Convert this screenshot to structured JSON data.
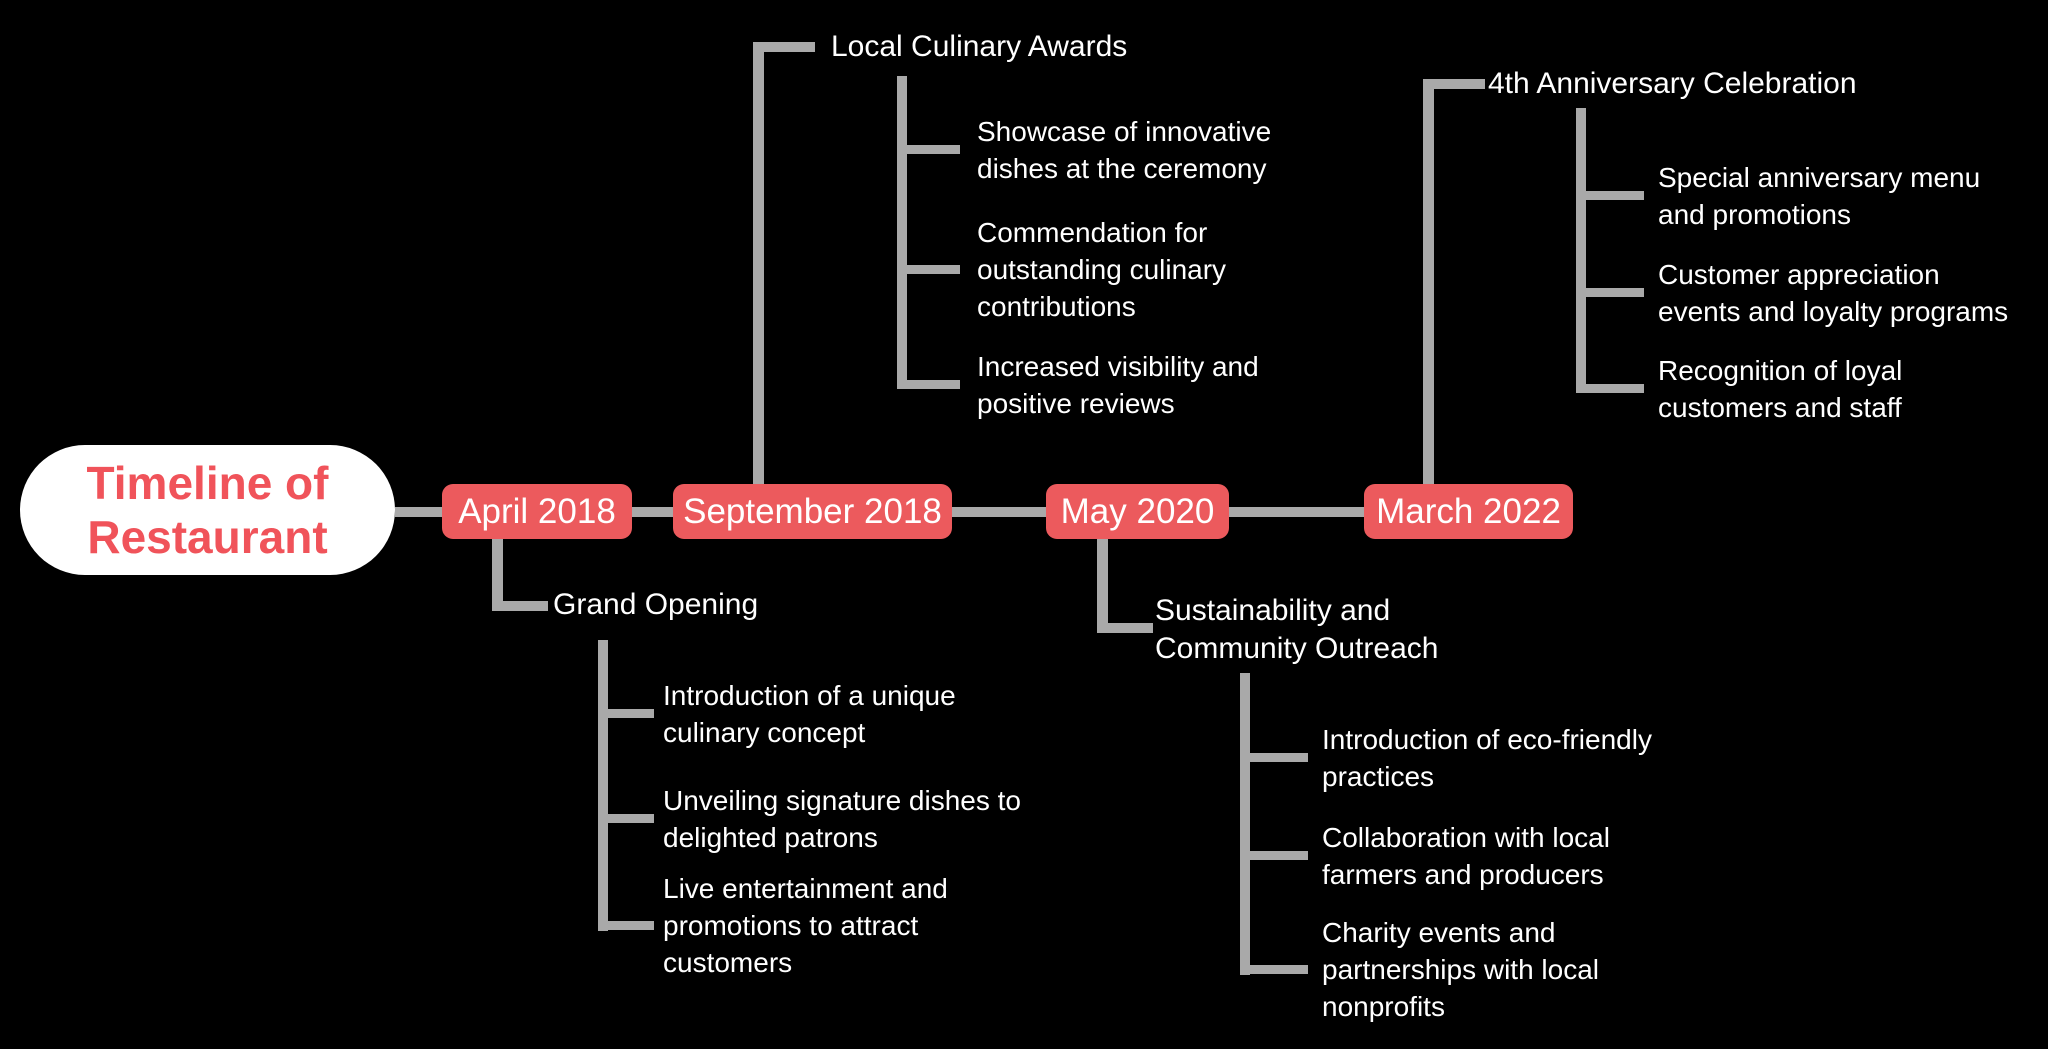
{
  "title": {
    "text": "Timeline of\nRestaurant"
  },
  "colors": {
    "background": "#000000",
    "milestone_red": "#EC5A5D",
    "title_red": "#F0535A",
    "line_gray": "#A9A9A9",
    "text_white": "#FFFFFF",
    "title_pill_bg": "#FFFFFF"
  },
  "milestones": [
    {
      "date": "April 2018",
      "direction": "down",
      "event": "Grand Opening",
      "details": [
        "Introduction of a unique\nculinary concept",
        "Unveiling signature dishes to\ndelighted patrons",
        "Live entertainment and\npromotions to attract\ncustomers"
      ]
    },
    {
      "date": "September 2018",
      "direction": "up",
      "event": "Local Culinary Awards",
      "details": [
        "Showcase of innovative\ndishes at the ceremony",
        "Commendation for\noutstanding culinary\ncontributions",
        "Increased visibility and\npositive reviews"
      ]
    },
    {
      "date": "May 2020",
      "direction": "down",
      "event": "Sustainability and\nCommunity Outreach",
      "details": [
        "Introduction of eco-friendly\npractices",
        "Collaboration with local\nfarmers and producers",
        "Charity events and\npartnerships with local\nnonprofits"
      ]
    },
    {
      "date": "March 2022",
      "direction": "up",
      "event": "4th Anniversary Celebration",
      "details": [
        "Special anniversary menu\nand promotions",
        "Customer appreciation\nevents and loyalty programs",
        "Recognition of loyal\ncustomers and staff"
      ]
    }
  ]
}
